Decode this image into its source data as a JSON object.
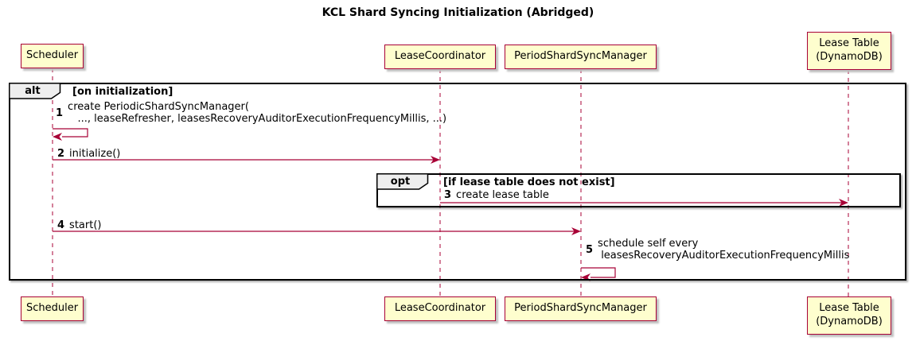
{
  "title": "KCL Shard Syncing Initialization (Abridged)",
  "diagram_type": "sequence",
  "colors": {
    "participant_fill": "#FEFECE",
    "participant_border": "#A80036",
    "arrow": "#A80036",
    "lifeline": "#A80036",
    "frame_border": "#000000",
    "frame_label_fill": "#EEEEEE",
    "background": "#FFFFFF"
  },
  "participants": [
    {
      "id": "scheduler",
      "label": "Scheduler"
    },
    {
      "id": "lease-coordinator",
      "label": "LeaseCoordinator"
    },
    {
      "id": "period-shard-sync-manager",
      "label": "PeriodShardSyncManager"
    },
    {
      "id": "lease-table",
      "label": "Lease Table\n(DynamoDB)"
    }
  ],
  "frames": [
    {
      "type": "alt",
      "label": "alt",
      "condition": "[on initialization]"
    },
    {
      "type": "opt",
      "label": "opt",
      "condition": "[if lease table does not exist]"
    }
  ],
  "messages": [
    {
      "num": "1",
      "text": "create PeriodicShardSyncManager(\n   ..., leaseRefresher, leasesRecoveryAuditorExecutionFrequencyMillis, ...)",
      "from": "Scheduler",
      "to": "Scheduler",
      "kind": "self"
    },
    {
      "num": "2",
      "text": "initialize()",
      "from": "Scheduler",
      "to": "LeaseCoordinator",
      "kind": "sync"
    },
    {
      "num": "3",
      "text": "create lease table",
      "from": "LeaseCoordinator",
      "to": "Lease Table (DynamoDB)",
      "kind": "sync"
    },
    {
      "num": "4",
      "text": "start()",
      "from": "Scheduler",
      "to": "PeriodShardSyncManager",
      "kind": "sync"
    },
    {
      "num": "5",
      "text": "schedule self every\n leasesRecoveryAuditorExecutionFrequencyMillis",
      "from": "PeriodShardSyncManager",
      "to": "PeriodShardSyncManager",
      "kind": "self"
    }
  ]
}
